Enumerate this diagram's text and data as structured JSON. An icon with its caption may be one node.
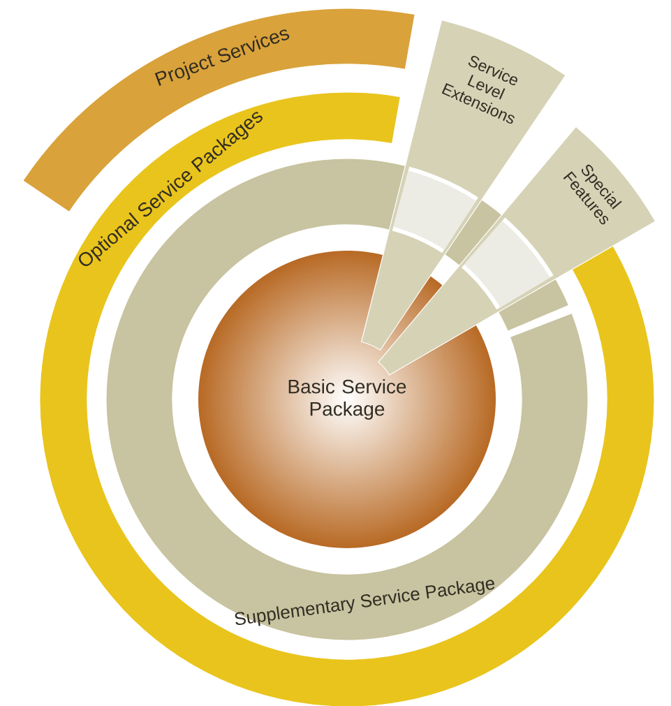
{
  "diagram": {
    "nodes": [
      {
        "text": [
          "Project Services"
        ]
      },
      {
        "text": [
          "Optional Service Packages"
        ]
      },
      {
        "text": [
          "Service Level Extensions"
        ]
      },
      {
        "text": [
          "Special Features"
        ]
      },
      {
        "text": [
          "Supplementary Service Package"
        ]
      },
      {
        "text": [
          "Basic Service Package"
        ]
      }
    ]
  }
}
